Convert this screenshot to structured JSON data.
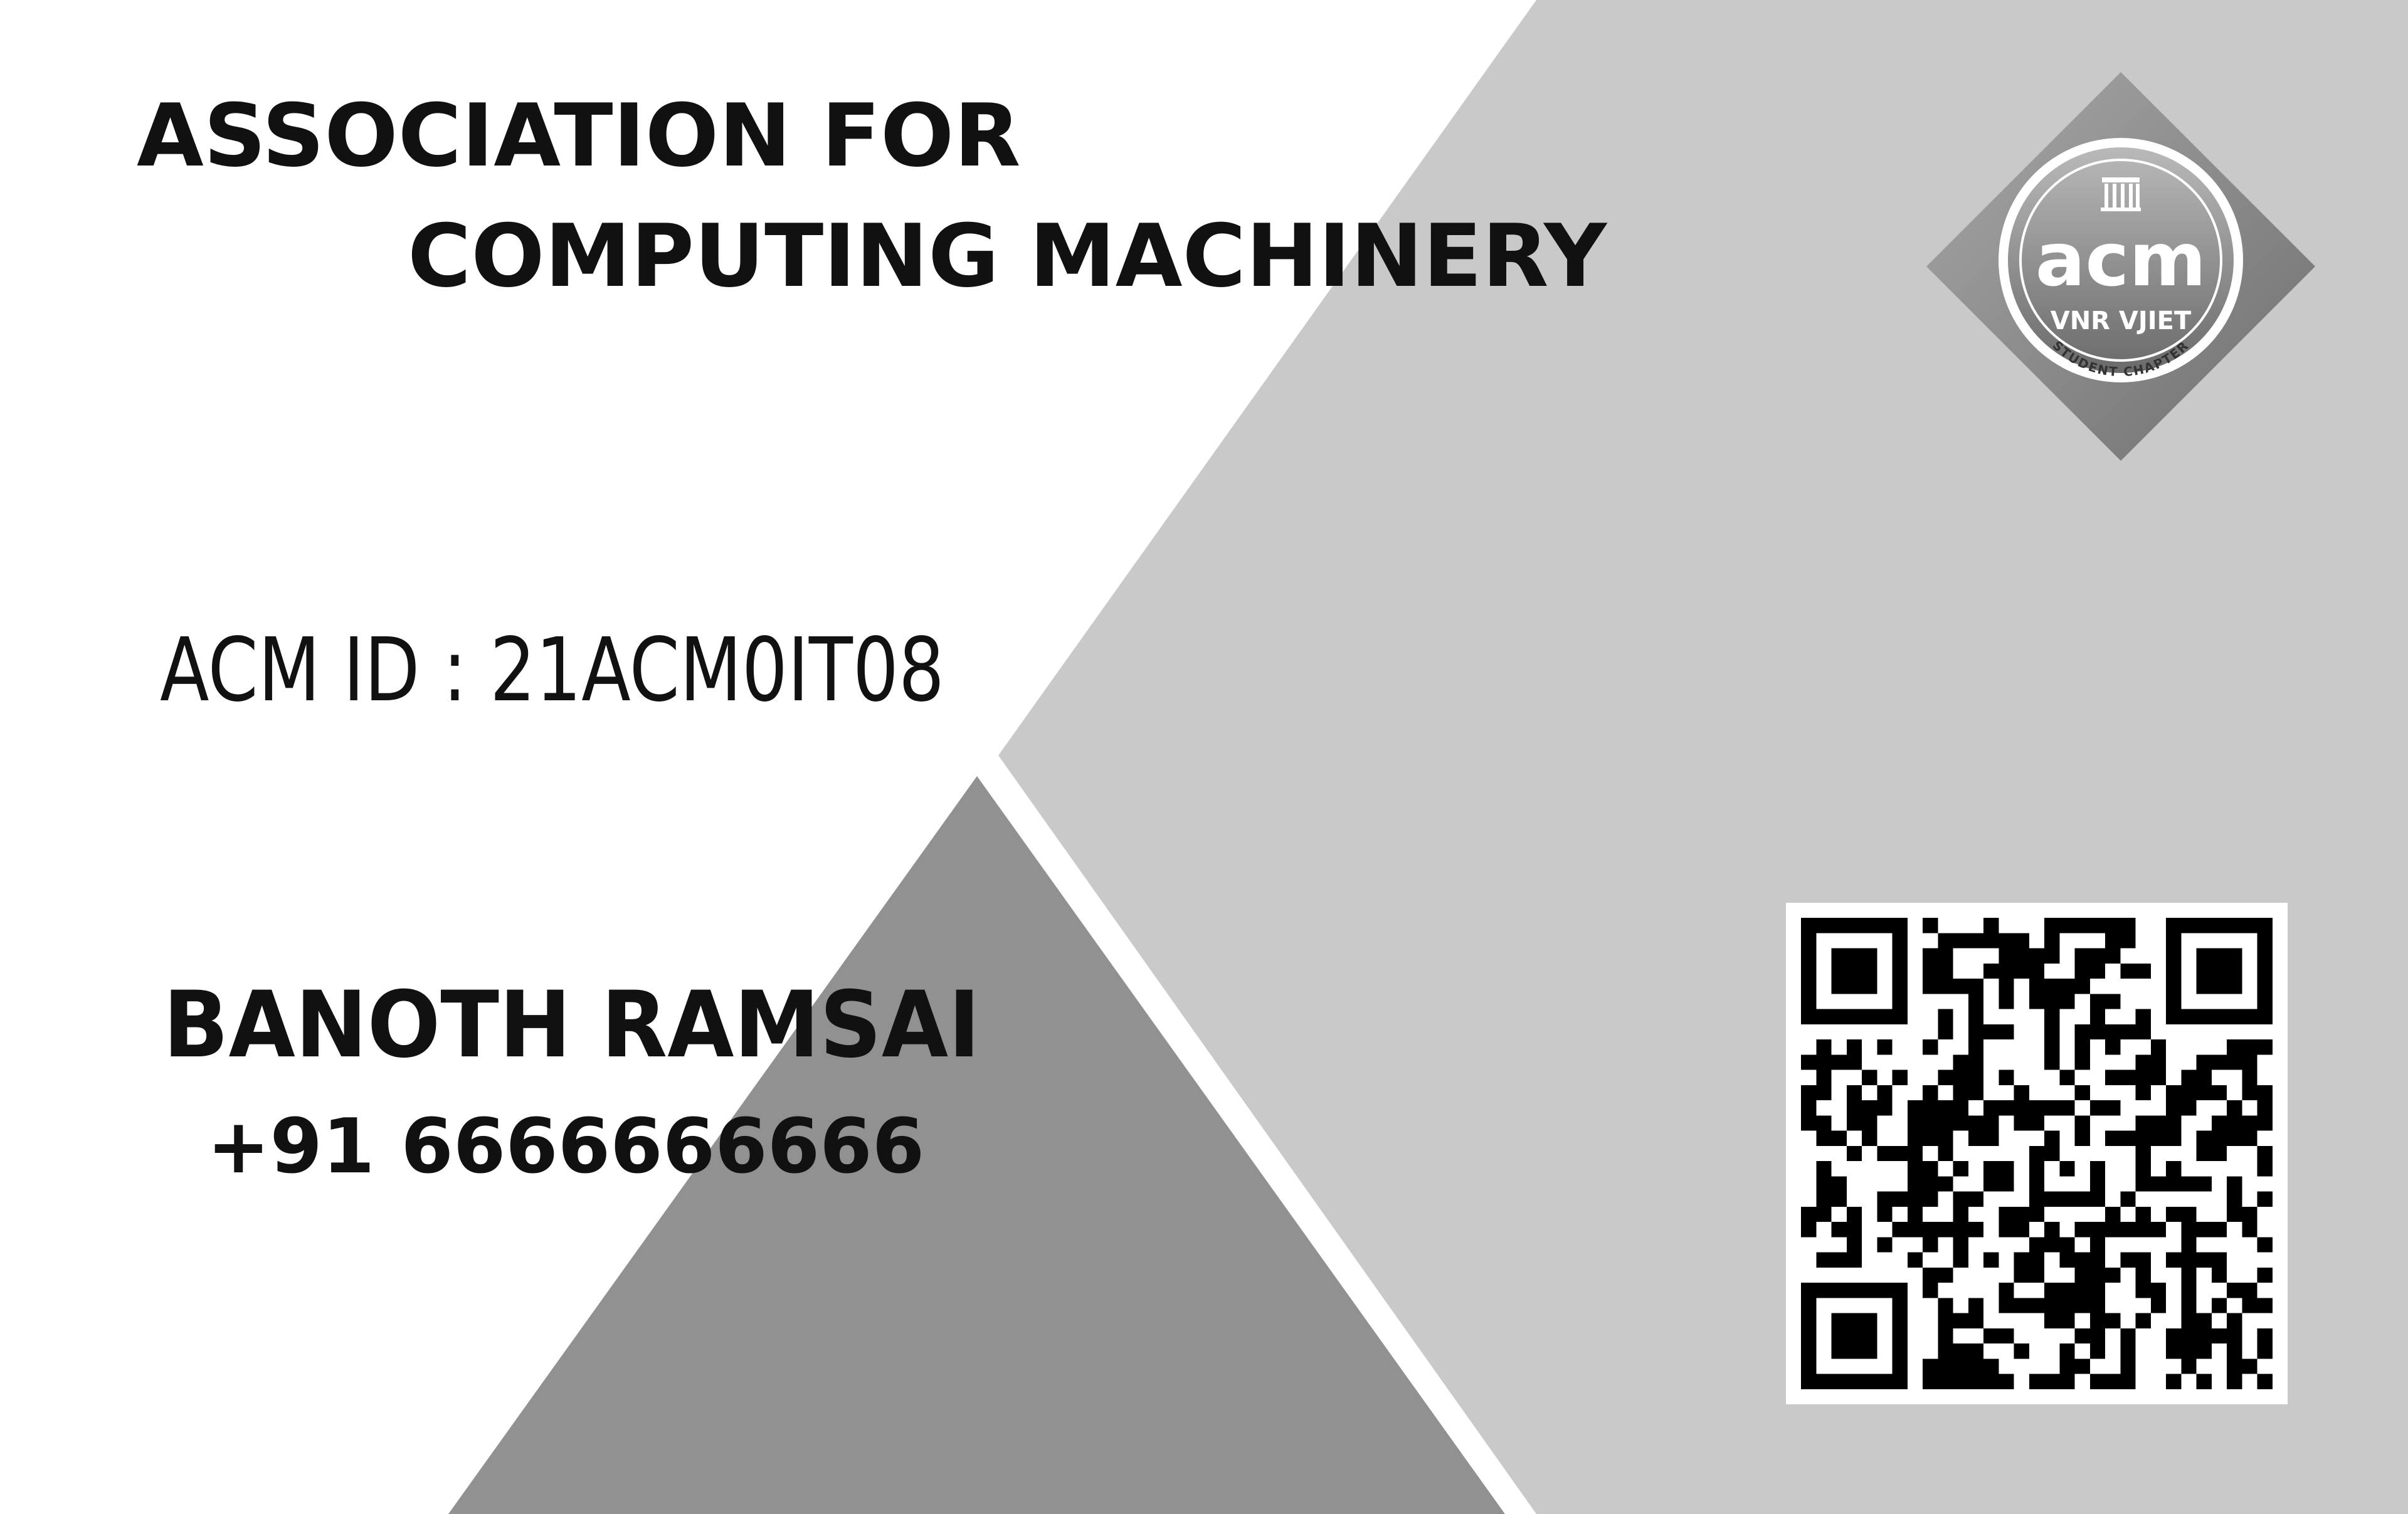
{
  "card": {
    "org_line1": "ASSOCIATION FOR",
    "org_line2": "COMPUTING MACHINERY",
    "acm_id": "ACM ID : 21ACM0IT08",
    "member_name": "BANOTH RAMSAI",
    "phone": "+91 6666666666"
  },
  "logo": {
    "wordmark": "acm",
    "chapter": "VNR VJIET",
    "ring_text": "STUDENT CHAPTER"
  },
  "qr": {
    "icon": "qr-code-icon"
  },
  "colors": {
    "background": "#ffffff",
    "light_gray": "#c9c9c9",
    "dark_gray": "#919191",
    "text": "#111111"
  }
}
